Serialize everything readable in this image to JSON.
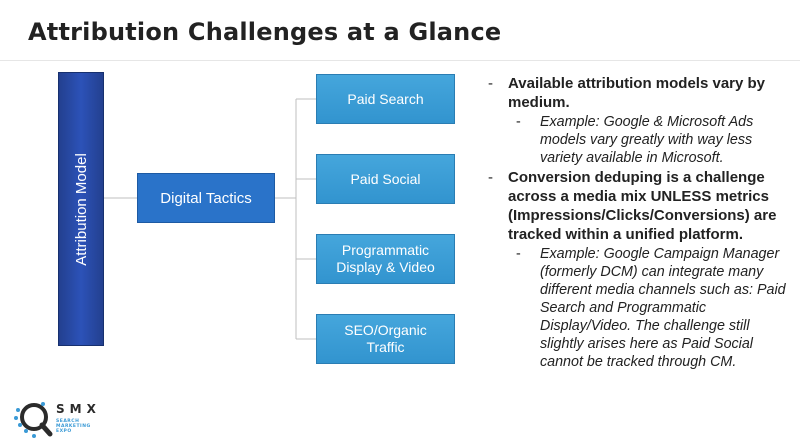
{
  "slide": {
    "title": "Attribution Challenges at a Glance"
  },
  "diagram": {
    "root": "Attribution Model",
    "middle": "Digital Tactics",
    "leaves": [
      "Paid Search",
      "Paid Social",
      "Programmatic Display & Video",
      "SEO/Organic Traffic"
    ],
    "colors": {
      "root": "#2c52b8",
      "middle": "#2a73c9",
      "leaf": "#3b9ed6",
      "connector": "#bfbfbf"
    }
  },
  "notes": {
    "bullet_marker": "-",
    "items": [
      {
        "text": "Available attribution models vary by medium.",
        "sub": "Example: Google & Microsoft Ads models vary greatly with way less variety available in Microsoft."
      },
      {
        "text": "Conversion deduping is a challenge across a media mix UNLESS metrics (Impressions/Clicks/Conversions) are tracked within a unified platform.",
        "sub": "Example: Google Campaign Manager (formerly DCM) can integrate many different media channels such as: Paid Search and Programmatic Display/Video. The challenge still slightly arises here as Paid Social cannot be tracked through CM."
      }
    ]
  },
  "logo": {
    "wordmark": "SMX",
    "subtitle": "SEARCH MARKETING EXPO",
    "colors": {
      "ring": "#2b2b2b",
      "accent": "#3a9ad6"
    }
  }
}
